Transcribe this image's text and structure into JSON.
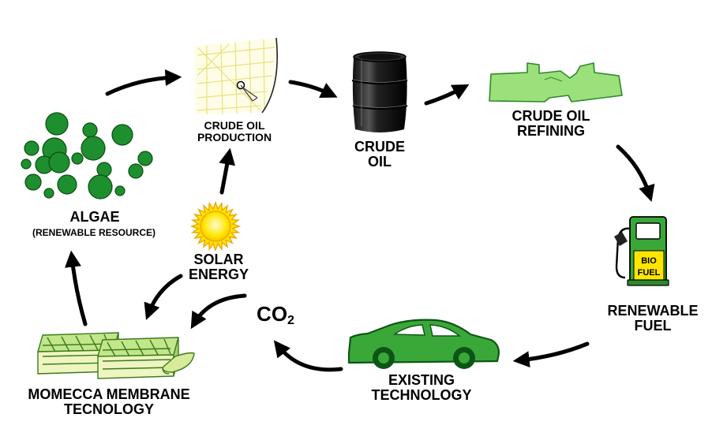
{
  "nodes": {
    "algae": {
      "title": "ALGAE",
      "subtitle": "(RENEWABLE RESOURCE)"
    },
    "crude_oil_production": {
      "line1": "CRUDE OIL",
      "line2": "PRODUCTION"
    },
    "crude_oil": {
      "line1": "CRUDE",
      "line2": "OIL"
    },
    "crude_oil_refining": {
      "line1": "CRUDE OIL",
      "line2": "REFINING"
    },
    "renewable_fuel": {
      "line1": "RENEWABLE",
      "line2": "FUEL",
      "pump_text_1": "BIO",
      "pump_text_2": "FUEL"
    },
    "existing_technology": {
      "line1": "EXISTING",
      "line2": "TECHNOLOGY"
    },
    "co2": {
      "text": "CO",
      "subscript": "2"
    },
    "solar_energy": {
      "line1": "SOLAR",
      "line2": "ENERGY"
    },
    "membrane": {
      "line1": "MOMECCA MEMBRANE",
      "line2": "TECNOLOGY"
    }
  },
  "icons": {
    "algae": "algae-cluster-icon",
    "production": "solar-dish-icon",
    "barrel": "oil-barrel-icon",
    "refinery": "refinery-silhouette-icon",
    "pump": "fuel-pump-icon",
    "car": "car-icon",
    "sun": "sun-icon",
    "membrane": "membrane-module-icon"
  },
  "colors": {
    "green_dark": "#1a7a2a",
    "green_light": "#8ed66a",
    "green_fill": "#3aa838",
    "pale_yellow": "#f4f7b8",
    "sun_yellow": "#ffe600",
    "sun_orange": "#f0a800",
    "arrow": "#000000"
  }
}
